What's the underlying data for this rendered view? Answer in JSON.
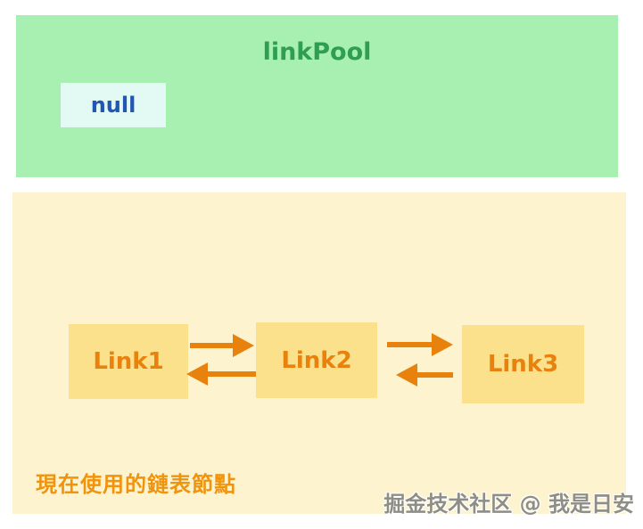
{
  "pool": {
    "title": "linkPool",
    "null_label": "null"
  },
  "list": {
    "nodes": [
      {
        "label": "Link1"
      },
      {
        "label": "Link2"
      },
      {
        "label": "Link3"
      }
    ],
    "caption": "現在使用的鏈表節點"
  },
  "watermark": "掘金技术社区 @ 我是日安",
  "icons": {
    "forward": "arrow-right-icon",
    "backward": "arrow-left-icon"
  },
  "colors": {
    "pool_bg": "#a8f0b2",
    "pool_title": "#2f9e50",
    "null_bg": "#e3f9f4",
    "null_text": "#2156b2",
    "used_bg": "#fdf4cf",
    "node_bg": "#fce18c",
    "accent_orange": "#e8820c",
    "caption_orange": "#f0930d",
    "watermark_gray": "#8e8e86"
  }
}
